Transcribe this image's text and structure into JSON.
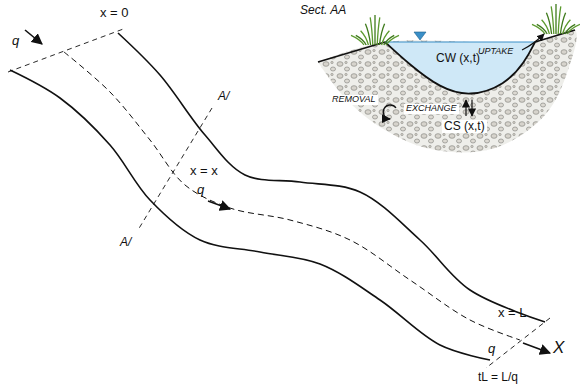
{
  "diagram": {
    "labels": [
      "x = 0",
      "q",
      "Sect. AA",
      "UPTAKE",
      "CW (x,t)",
      "REMOVAL",
      "EXCHANGE",
      "CS (x,t)",
      "A/",
      "x = x",
      "A/",
      "q",
      "x = L",
      "q",
      "X",
      "tL = L/q"
    ]
  }
}
